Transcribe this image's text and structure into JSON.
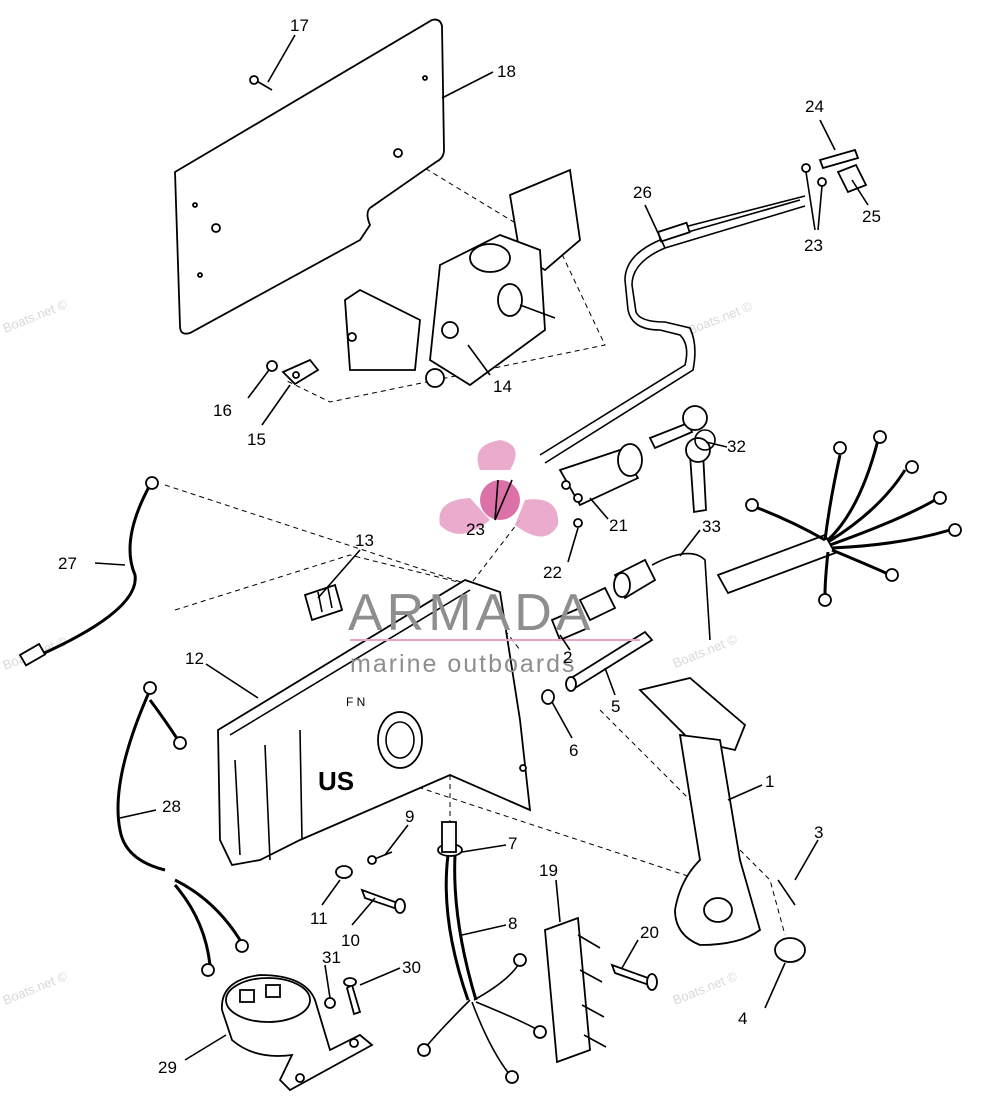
{
  "watermark": {
    "text": "Boats.net ©"
  },
  "brand": {
    "name": "ARMADA",
    "tagline": "marine outboards",
    "logo_colors": {
      "propeller": "#e8a3c7",
      "hub": "#d9629f",
      "text": "#8e8e8e"
    }
  },
  "cover_badge": "US",
  "shift_letters": "F N",
  "callouts": {
    "c1": "1",
    "c2": "2",
    "c3": "3",
    "c4": "4",
    "c5": "5",
    "c6": "6",
    "c7": "7",
    "c8": "8",
    "c9": "9",
    "c10": "10",
    "c11": "11",
    "c12": "12",
    "c13": "13",
    "c14": "14",
    "c15": "15",
    "c16": "16",
    "c17": "17",
    "c18": "18",
    "c19": "19",
    "c20": "20",
    "c21": "21",
    "c22": "22",
    "c23a": "23",
    "c23b": "23",
    "c24": "24",
    "c25": "25",
    "c26": "26",
    "c27": "27",
    "c28": "28",
    "c29": "29",
    "c30": "30",
    "c31": "31",
    "c32": "32",
    "c33": "33"
  }
}
